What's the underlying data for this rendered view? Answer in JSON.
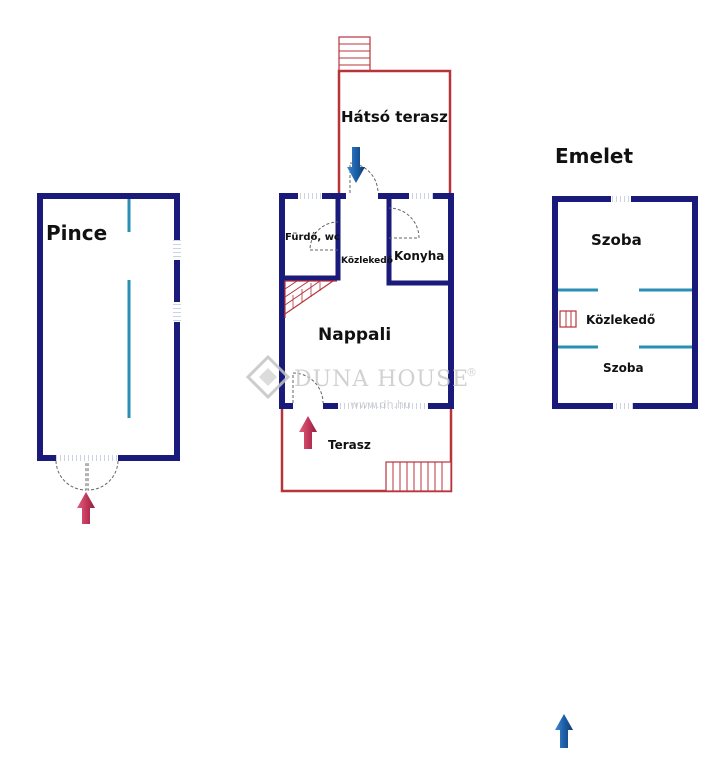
{
  "floors": {
    "cellar": {
      "title": "Pince"
    },
    "upper": {
      "title": "Emelet",
      "room_top": "Szoba",
      "hallway": "Közlekedő",
      "room_bottom": "Szoba"
    },
    "ground": {
      "back_terrace": "Hátsó terasz",
      "bathroom": "Fürdő, wc",
      "hallway": "Közlekedő",
      "kitchen": "Konyha",
      "living_room": "Nappali",
      "terrace": "Terasz"
    }
  },
  "watermark": {
    "brand": "DUNA HOUSE",
    "registered": "®",
    "url": "www.dh.hu"
  },
  "colors": {
    "wall": "#1a1a7a",
    "terrace_outline": "#b8343c",
    "interior_wall": "#2a8fb5",
    "entry_arrow": "#c43a5c",
    "north_arrow": "#1d5fa8"
  }
}
